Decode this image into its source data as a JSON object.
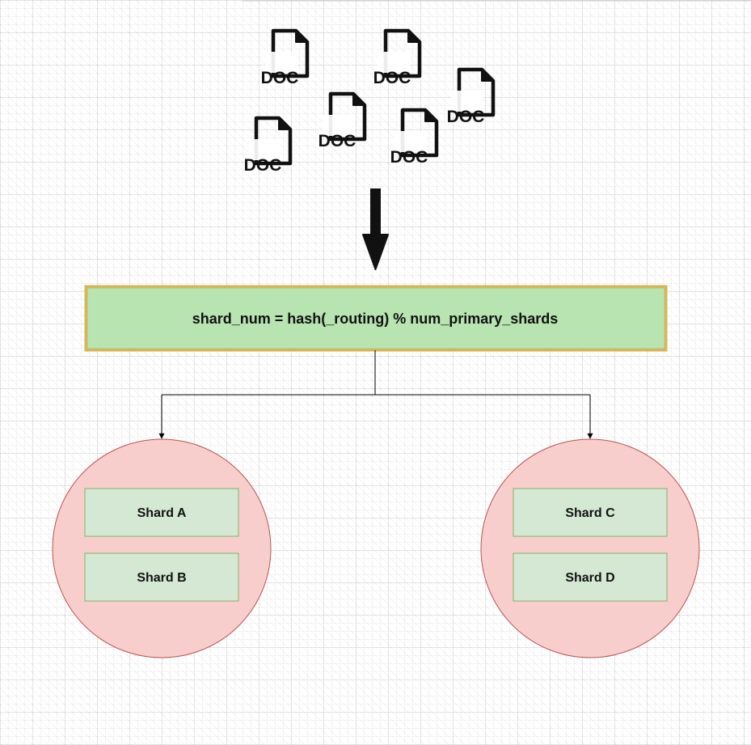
{
  "documents": {
    "label": "DOC",
    "count": 6,
    "icon": "file-icon"
  },
  "arrow": {
    "icon": "down-arrow-icon"
  },
  "formula": {
    "text": "shard_num = hash(_routing) % num_primary_shards",
    "fill_color": "#b7e4b1",
    "border_color": "#d6b656"
  },
  "nodes": [
    {
      "fill_color": "#f8cecc",
      "border_color": "#b85450",
      "shards": [
        {
          "label": "Shard A"
        },
        {
          "label": "Shard B"
        }
      ]
    },
    {
      "fill_color": "#f8cecc",
      "border_color": "#b85450",
      "shards": [
        {
          "label": "Shard C"
        },
        {
          "label": "Shard D"
        }
      ]
    }
  ],
  "shard_style": {
    "fill_color": "#d5e8d4",
    "border_color": "#82b366"
  }
}
